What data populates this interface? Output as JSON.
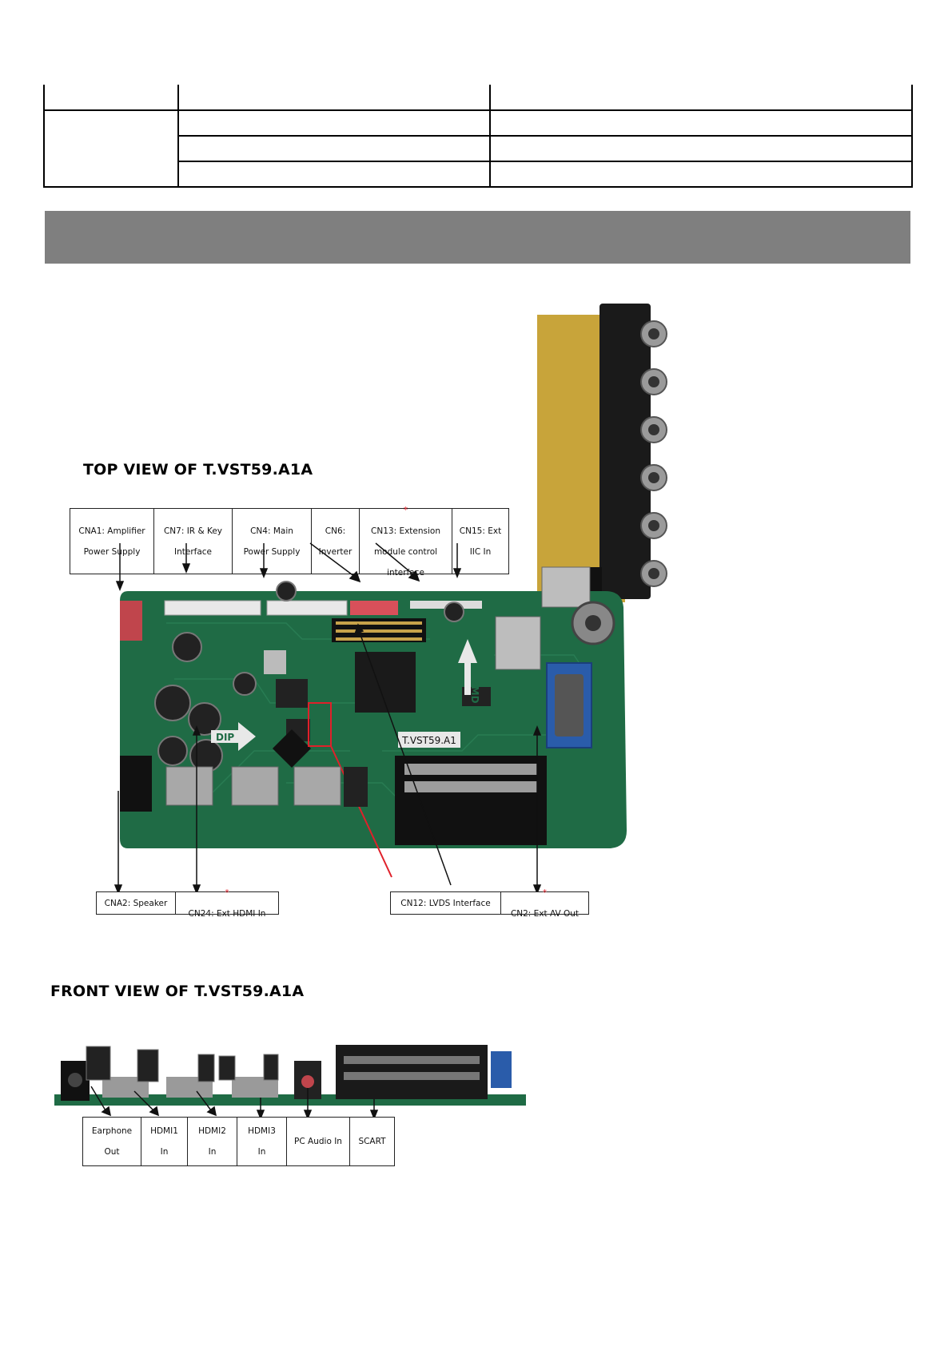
{
  "top_view": {
    "title": "TOP VIEW OF T.VST59.A1A",
    "board_model": "T.VST59.A1",
    "silk_smd": "SMD",
    "silk_dip": "DIP",
    "top_labels": [
      {
        "id": "cna1",
        "line1": "CNA1: Amplifier",
        "line2": "Power Supply",
        "starred": false
      },
      {
        "id": "cn7",
        "line1": "CN7: IR & Key",
        "line2": "Interface",
        "starred": false
      },
      {
        "id": "cn4",
        "line1": "CN4: Main",
        "line2": "Power Supply",
        "starred": false
      },
      {
        "id": "cn6",
        "line1": "CN6:",
        "line2": "Inverter",
        "starred": false
      },
      {
        "id": "cn13",
        "line1": "CN13: Extension",
        "line2": "module control",
        "line3": "interface",
        "starred": true
      },
      {
        "id": "cn15",
        "line1": "CN15: Ext",
        "line2": "IIC In",
        "starred": false
      }
    ],
    "bottom_labels": [
      {
        "id": "cna2",
        "text": "CNA2: Speaker",
        "starred": false
      },
      {
        "id": "cn24",
        "text": "CN24: Ext HDMI In",
        "starred": true
      },
      {
        "id": "cn12",
        "text": "CN12: LVDS Interface",
        "starred": false
      },
      {
        "id": "cn2",
        "text": "CN2: Ext AV Out",
        "starred": true
      }
    ]
  },
  "front_view": {
    "title": "FRONT VIEW OF T.VST59.A1A",
    "labels": [
      {
        "id": "earphone",
        "line1": "Earphone",
        "line2": "Out"
      },
      {
        "id": "hdmi1",
        "line1": "HDMI1",
        "line2": "In"
      },
      {
        "id": "hdmi2",
        "line1": "HDMI2",
        "line2": "In"
      },
      {
        "id": "hdmi3",
        "line1": "HDMI3",
        "line2": "In"
      },
      {
        "id": "pcaudio",
        "line1": "PC Audio In",
        "line2": ""
      },
      {
        "id": "scart",
        "line1": "SCART",
        "line2": ""
      }
    ]
  },
  "colors": {
    "pcb_green": "#1f6b45",
    "header_grey": "#7f7f7f",
    "star_red": "#e0202a",
    "rca_board": "#c8a43a",
    "vga_blue": "#2a5caa"
  }
}
